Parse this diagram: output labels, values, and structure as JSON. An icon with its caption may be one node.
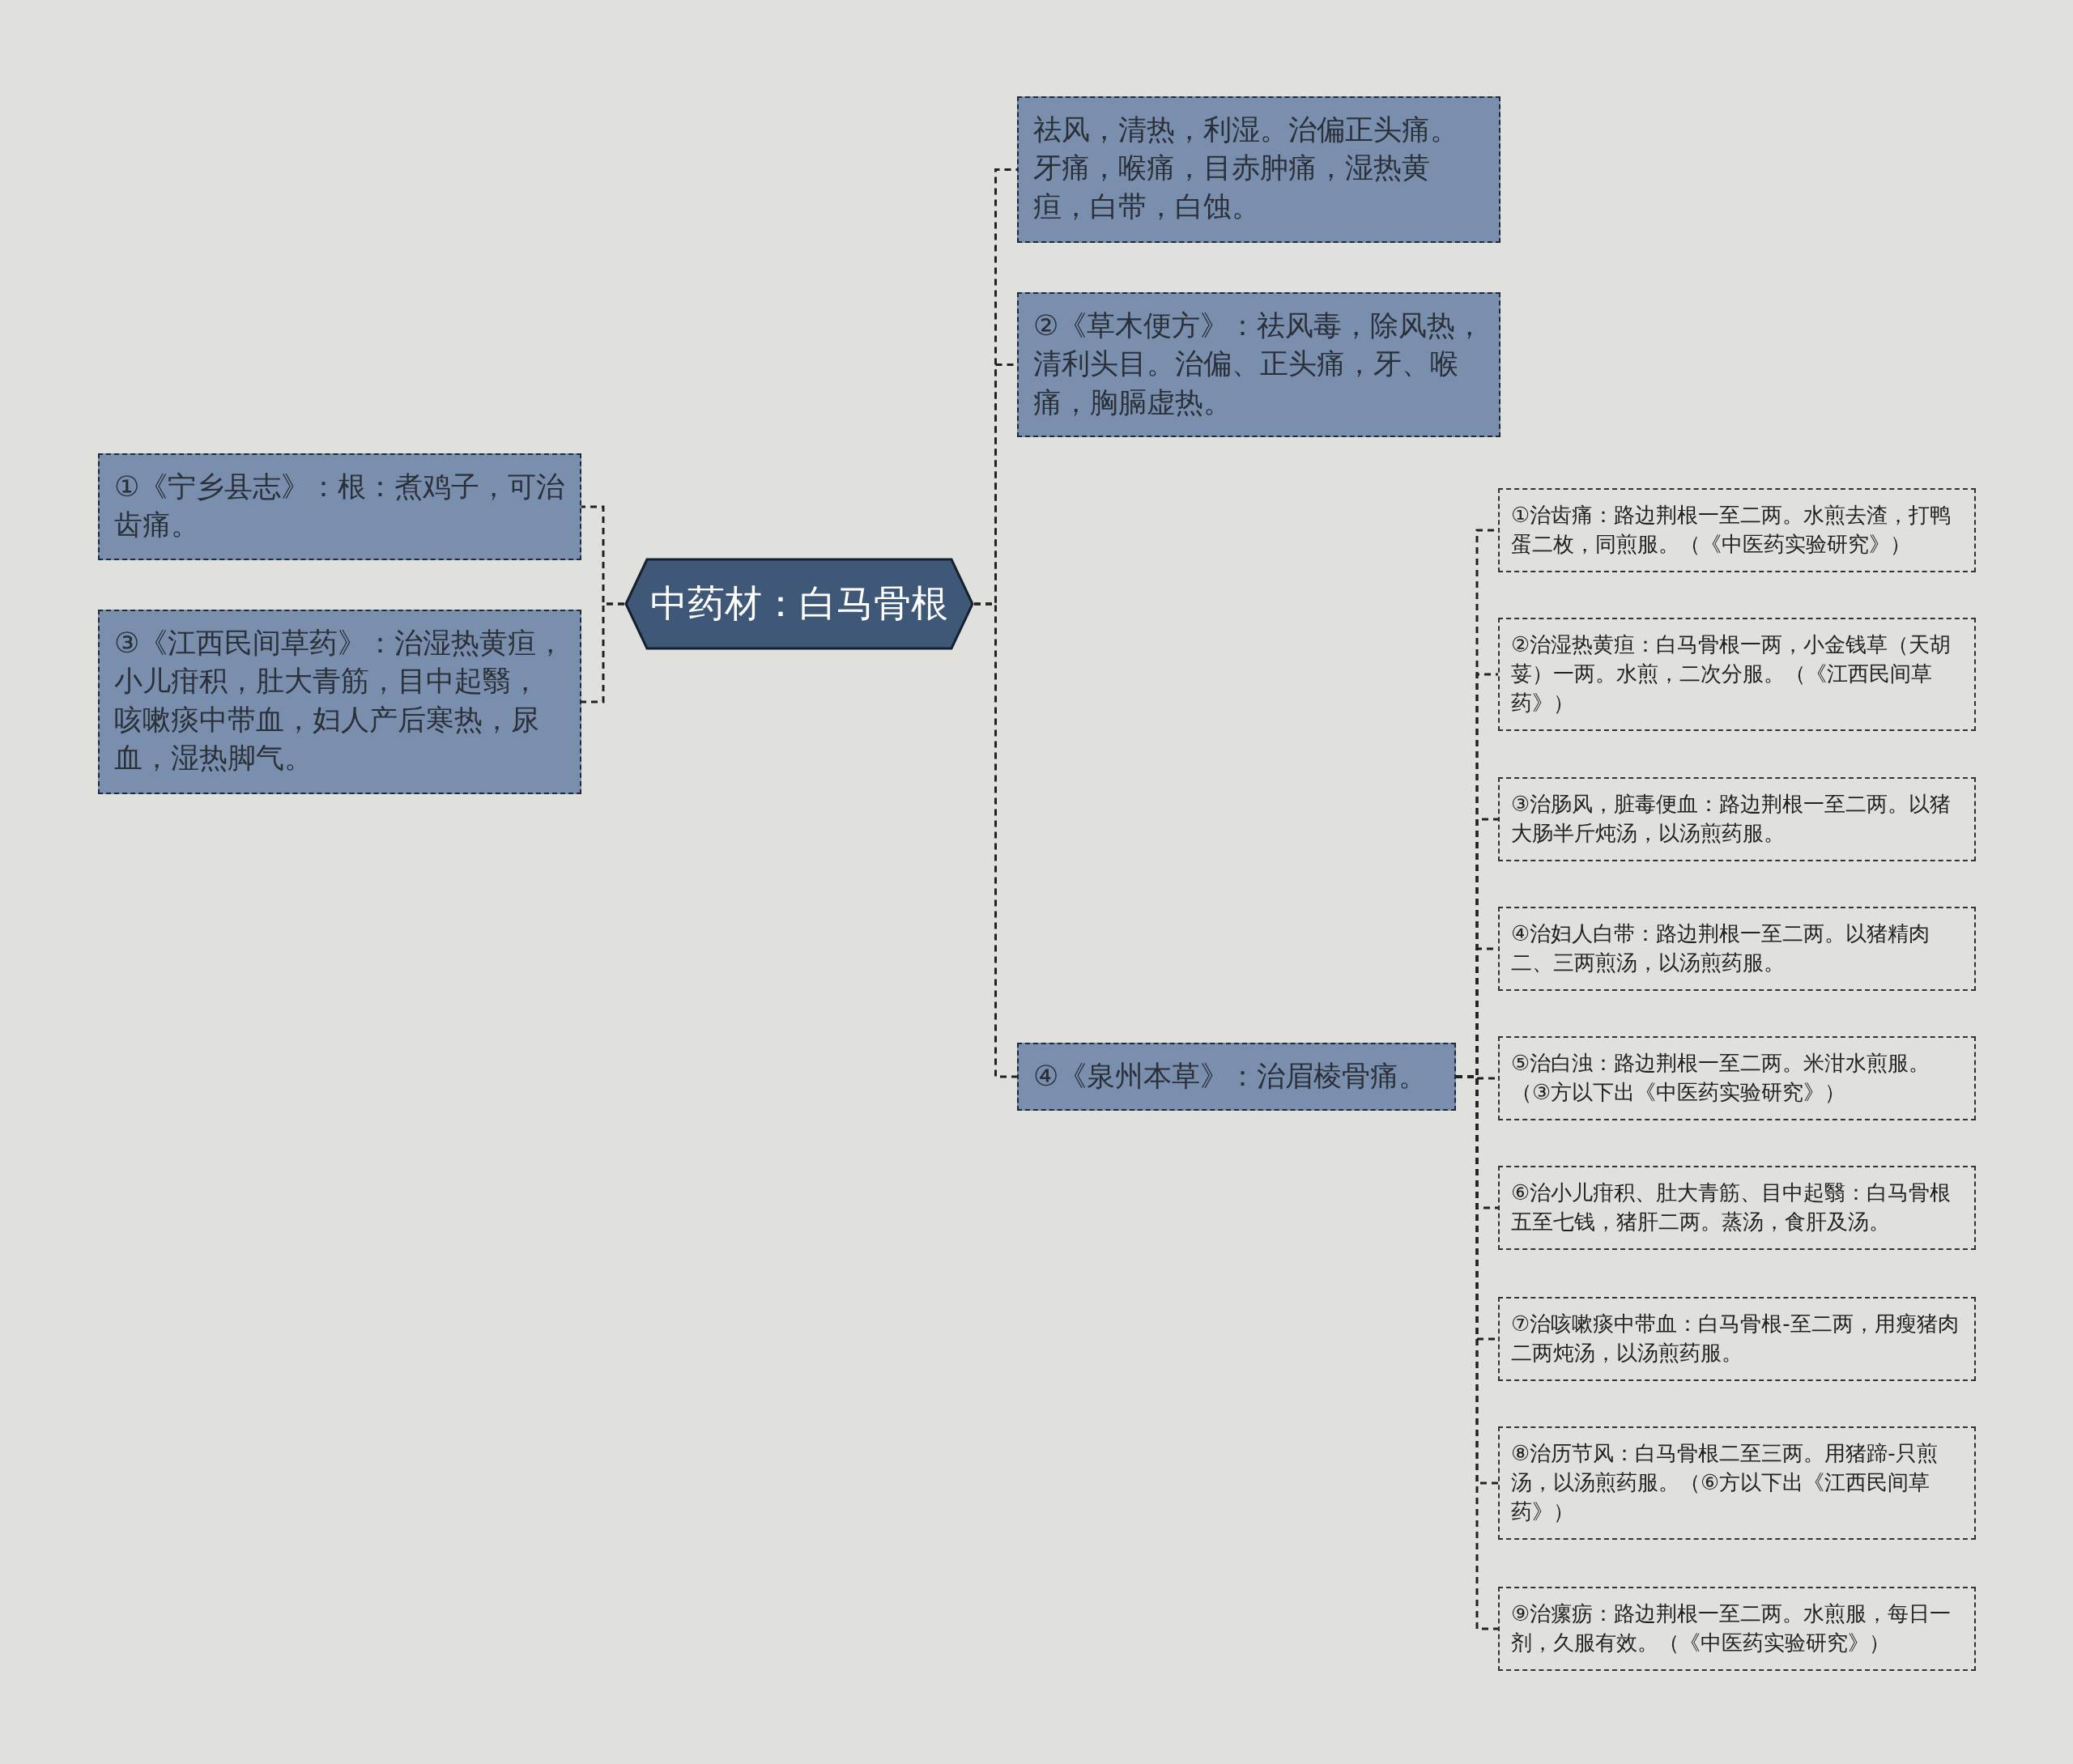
{
  "diagram": {
    "nodes": [
      {
        "text": [
          "中药材：白马骨根"
        ]
      },
      {
        "text": [
          "①《宁乡县志》：根：煮鸡子，可治齿痛。"
        ]
      },
      {
        "text": [
          "③《江西民间草药》：治湿热黄疸，小儿疳积，肚大青筋，目中起翳，咳嗽痰中带血，妇人产后寒热，尿血，湿热脚气。"
        ]
      },
      {
        "text": [
          "祛风，清热，利湿。治偏正头痛。牙痛，喉痛，目赤肿痛，湿热黄疸，白带，白蚀。"
        ]
      },
      {
        "text": [
          "②《草木便方》：祛风毒，除风热，清利头目。治偏、正头痛，牙、喉痛，胸膈虚热。"
        ]
      },
      {
        "text": [
          "④《泉州本草》：治眉棱骨痛。"
        ]
      },
      {
        "text": [
          "①治齿痛：路边荆根一至二两。水煎去渣，打鸭蛋二枚，同煎服。（《中医药实验研究》）"
        ]
      },
      {
        "text": [
          "②治湿热黄疸：白马骨根一两，小金钱草（天胡荽）一两。水煎，二次分服。（《江西民间草药》）"
        ]
      },
      {
        "text": [
          "③治肠风，脏毒便血：路边荆根一至二两。以猪大肠半斤炖汤，以汤煎药服。"
        ]
      },
      {
        "text": [
          "④治妇人白带：路边荆根一至二两。以猪精肉二、三两煎汤，以汤煎药服。"
        ]
      },
      {
        "text": [
          "⑤治白浊：路边荆根一至二两。米泔水煎服。（③方以下出《中医药实验研究》）"
        ]
      },
      {
        "text": [
          "⑥治小儿疳积、肚大青筋、目中起翳：白马骨根五至七钱，猪肝二两。蒸汤，食肝及汤。"
        ]
      },
      {
        "text": [
          "⑦治咳嗽痰中带血：白马骨根-至二两，用瘦猪肉二两炖汤，以汤煎药服。"
        ]
      },
      {
        "text": [
          "⑧治历节风：白马骨根二至三两。用猪蹄-只煎汤，以汤煎药服。（⑥方以下出《江西民间草药》）"
        ]
      },
      {
        "text": [
          "⑨治瘰疬：路边荆根一至二两。水煎服，每日一剂，久服有效。（《中医药实验研究》）"
        ]
      }
    ],
    "edges": [
      {
        "from": 0,
        "to": 1,
        "arrow": "none",
        "style": "dashed"
      },
      {
        "from": 0,
        "to": 2,
        "arrow": "none",
        "style": "dashed"
      },
      {
        "from": 0,
        "to": 3,
        "arrow": "none",
        "style": "dashed"
      },
      {
        "from": 0,
        "to": 4,
        "arrow": "none",
        "style": "dashed"
      },
      {
        "from": 0,
        "to": 5,
        "arrow": "none",
        "style": "dashed"
      },
      {
        "from": 5,
        "to": 6,
        "arrow": "none",
        "style": "dashed"
      },
      {
        "from": 5,
        "to": 7,
        "arrow": "none",
        "style": "dashed"
      },
      {
        "from": 5,
        "to": 8,
        "arrow": "none",
        "style": "dashed"
      },
      {
        "from": 5,
        "to": 9,
        "arrow": "none",
        "style": "dashed"
      },
      {
        "from": 5,
        "to": 10,
        "arrow": "none",
        "style": "dashed"
      },
      {
        "from": 5,
        "to": 11,
        "arrow": "none",
        "style": "dashed"
      },
      {
        "from": 5,
        "to": 12,
        "arrow": "none",
        "style": "dashed"
      },
      {
        "from": 5,
        "to": 13,
        "arrow": "none",
        "style": "dashed"
      },
      {
        "from": 5,
        "to": 14,
        "arrow": "none",
        "style": "dashed"
      }
    ]
  }
}
